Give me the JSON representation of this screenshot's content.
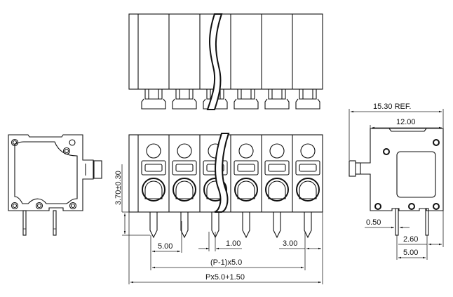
{
  "drawing": {
    "title": "Terminal block dimension drawing",
    "views": [
      "top-view",
      "front-view",
      "left-side-view",
      "right-side-view"
    ],
    "pole_count_shown": 6
  },
  "dimensions": {
    "pitch": "5.00",
    "pin_width_front": "1.00",
    "end_offset": "3.00",
    "pitch_span": "(P-1)x5.0",
    "total_length": "Px5.0+1.50",
    "pin_height": "3.70±0.30",
    "side_ref_width": "15.30 REF.",
    "side_body_width": "12.00",
    "pin_thickness": "0.50",
    "pin_offset": "2.60",
    "pin_spacing": "5.00"
  },
  "colors": {
    "line": "#111111",
    "background": "#ffffff"
  }
}
